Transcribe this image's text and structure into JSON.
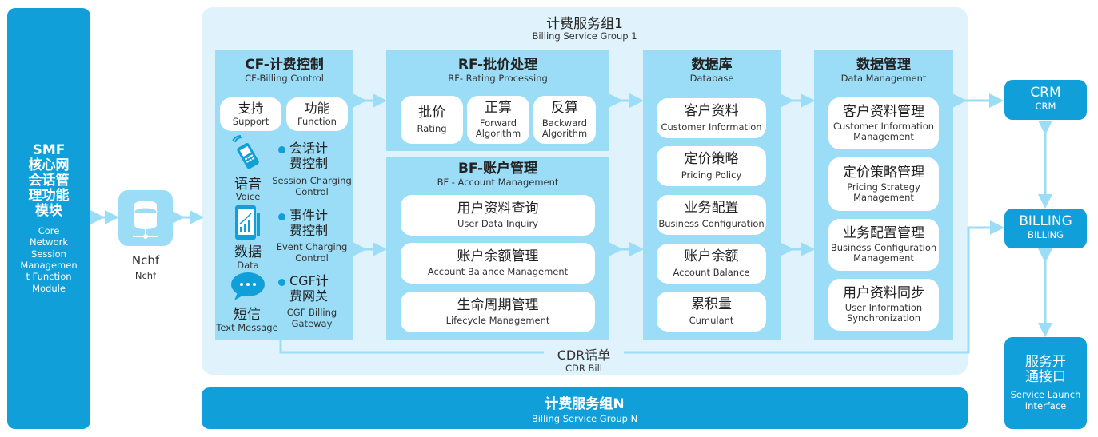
{
  "smf": {
    "zh": "SMF\n核心网\n会话管\n理功能\n模块",
    "en": "Core\nNetwork\nSession\nManagemen\nt Function\nModule"
  },
  "nchf": {
    "zh": "Nchf",
    "en": "Nchf"
  },
  "group1": {
    "zh": "计费服务组1",
    "en": "Billing Service Group 1"
  },
  "groupN": {
    "zh": "计费服务组N",
    "en": "Billing Service Group N"
  },
  "cdr": {
    "zh": "CDR话单",
    "en": "CDR Bill"
  },
  "cf": {
    "title_zh": "CF-计费控制",
    "title_en": "CF-Billing Control",
    "support": {
      "zh": "支持",
      "en": "Support"
    },
    "function": {
      "zh": "功能",
      "en": "Function"
    },
    "rows": [
      {
        "icon": "phone-signal-icon",
        "zh": "语音",
        "en": "Voice",
        "func_zh": "会话计\n费控制",
        "func_en": "Session Charging\nControl"
      },
      {
        "icon": "mobile-data-icon",
        "zh": "数据",
        "en": "Data",
        "func_zh": "事件计\n费控制",
        "func_en": "Event Charging\nControl"
      },
      {
        "icon": "chat-bubble-icon",
        "zh": "短信",
        "en": "Text Message",
        "func_zh": "CGF计\n费网关",
        "func_en": "CGF Billing\nGateway"
      }
    ]
  },
  "rf": {
    "title_zh": "RF-批价处理",
    "title_en": "RF- Rating Processing",
    "items": [
      {
        "zh": "批价",
        "en": "Rating"
      },
      {
        "zh": "正算",
        "en": "Forward\nAlgorithm"
      },
      {
        "zh": "反算",
        "en": "Backward\nAlgorithm"
      }
    ]
  },
  "bf": {
    "title_zh": "BF-账户管理",
    "title_en": "BF - Account Management",
    "items": [
      {
        "zh": "用户资料查询",
        "en": "User Data Inquiry"
      },
      {
        "zh": "账户余额管理",
        "en": "Account Balance Management"
      },
      {
        "zh": "生命周期管理",
        "en": "Lifecycle Management"
      }
    ]
  },
  "db": {
    "title_zh": "数据库",
    "title_en": "Database",
    "items": [
      {
        "zh": "客户资料",
        "en": "Customer Information"
      },
      {
        "zh": "定价策略",
        "en": "Pricing Policy"
      },
      {
        "zh": "业务配置",
        "en": "Business Configuration"
      },
      {
        "zh": "账户余额",
        "en": "Account Balance"
      },
      {
        "zh": "累积量",
        "en": "Cumulant"
      }
    ]
  },
  "dm": {
    "title_zh": "数据管理",
    "title_en": "Data Management",
    "items": [
      {
        "zh": "客户资料管理",
        "en": "Customer Information\nManagement"
      },
      {
        "zh": "定价策略管理",
        "en": "Pricing Strategy\nManagement"
      },
      {
        "zh": "业务配置管理",
        "en": "Business Configuration\nManagement"
      },
      {
        "zh": "用户资料同步",
        "en": "User Information\nSynchronization"
      }
    ]
  },
  "crm": {
    "zh": "CRM",
    "en": "CRM"
  },
  "billing": {
    "zh": "BILLING",
    "en": "BILLING"
  },
  "svc": {
    "zh": "服务开\n通接口",
    "en": "Service Launch\nInterface"
  },
  "colors": {
    "dark": "#109fd9",
    "mid": "#9bdcf6",
    "light": "#e0f2fb"
  }
}
